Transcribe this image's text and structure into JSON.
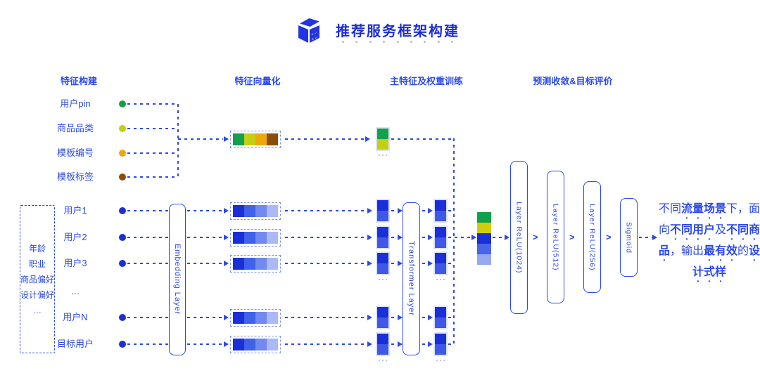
{
  "title": "推荐服务框架构建",
  "icon": "cube-3d-icon",
  "columns": [
    "特征构建",
    "特征向量化",
    "主特征及权重训练",
    "预测收敛&目标评价"
  ],
  "features": [
    {
      "label": "用户pin",
      "color": "#12a14b"
    },
    {
      "label": "商品品类",
      "color": "#c3cf12"
    },
    {
      "label": "模板编号",
      "color": "#eda80b"
    },
    {
      "label": "模板标签",
      "color": "#8a4e08"
    }
  ],
  "profile": {
    "items": [
      "年龄",
      "职业",
      "商品偏好",
      "设计偏好",
      "…"
    ]
  },
  "users": [
    "用户1",
    "用户2",
    "用户3",
    "…",
    "用户N",
    "目标用户"
  ],
  "layers": {
    "embedding": "Embedding Layer",
    "transformer": "Transformer Layer",
    "dense": [
      "Layer ReLU(1024)",
      "Layer ReLU(512)",
      "Layer ReLU(256)",
      "Sigmoid"
    ]
  },
  "palette": {
    "accent_blue": "#2b49e8",
    "title_blue": "#1d2fd0",
    "feature_vector_cells": [
      "#12a14b",
      "#c3cf12",
      "#eda80b",
      "#8a4e08"
    ],
    "user_vector_cells": [
      "#1b2fd8",
      "#4161e8",
      "#7289ee",
      "#abbaf4"
    ],
    "trained_vector_cells": [
      "#1b2fd8",
      "#4058e8"
    ],
    "merged_vector_cells": [
      "#12a14b",
      "#d2cc10",
      "#1b2fd8",
      "#4966e8",
      "#96aaf2"
    ]
  },
  "output": {
    "s1": "不同",
    "s2": "流量场景",
    "s3": "下，面",
    "s4": "向",
    "s5": "不同用户",
    "s6": "及",
    "s7": "不同商",
    "s8": "品",
    "s9": "，输出",
    "s10": "最有效",
    "s11": "的",
    "s12": "设",
    "s13": "计式样"
  }
}
